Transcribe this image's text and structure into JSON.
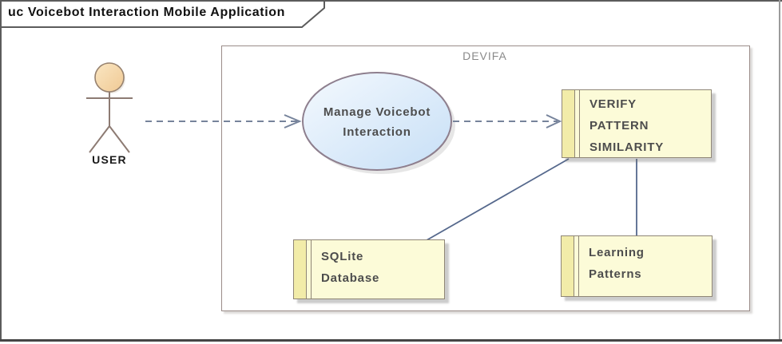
{
  "frame": {
    "title": "uc Voicebot Interaction Mobile Application"
  },
  "boundary": {
    "label": "DEVIFA"
  },
  "actor": {
    "label": "USER"
  },
  "use_case": {
    "lines": [
      "Manage Voicebot",
      "Interaction"
    ]
  },
  "nodes": {
    "verify": {
      "lines": [
        "VERIFY",
        "PATTERN",
        "SIMILARITY"
      ]
    },
    "sqlite": {
      "lines": [
        "SQLite",
        "Database"
      ]
    },
    "learning": {
      "lines": [
        "Learning",
        "Patterns"
      ]
    }
  },
  "connectors": [
    {
      "from": "USER",
      "to": "Manage Voicebot Interaction",
      "style": "dashed-arrow"
    },
    {
      "from": "Manage Voicebot Interaction",
      "to": "VERIFY PATTERN SIMILARITY",
      "style": "dashed-arrow"
    },
    {
      "from": "VERIFY PATTERN SIMILARITY",
      "to": "SQLite Database",
      "style": "solid-line"
    },
    {
      "from": "VERIFY PATTERN SIMILARITY",
      "to": "Learning Patterns",
      "style": "solid-line"
    }
  ],
  "colors": {
    "node_fill": "#FCFBD8",
    "node_strip": "#F2ECA9",
    "node_border": "#8F8676",
    "usecase_fill_light": "#F4F9FE",
    "usecase_fill_dark": "#C7DFF6",
    "usecase_border": "#8E7F8E",
    "actor_head_light": "#FAE4BE",
    "actor_head_dark": "#F2CB97",
    "actor_stroke": "#8D7B73",
    "dashed_connector": "#76839B",
    "solid_connector": "#55688C",
    "boundary_border": "#9A8C88",
    "boundary_label_gray": "#8A8A8A",
    "text_dark": "#4D4D4D"
  }
}
